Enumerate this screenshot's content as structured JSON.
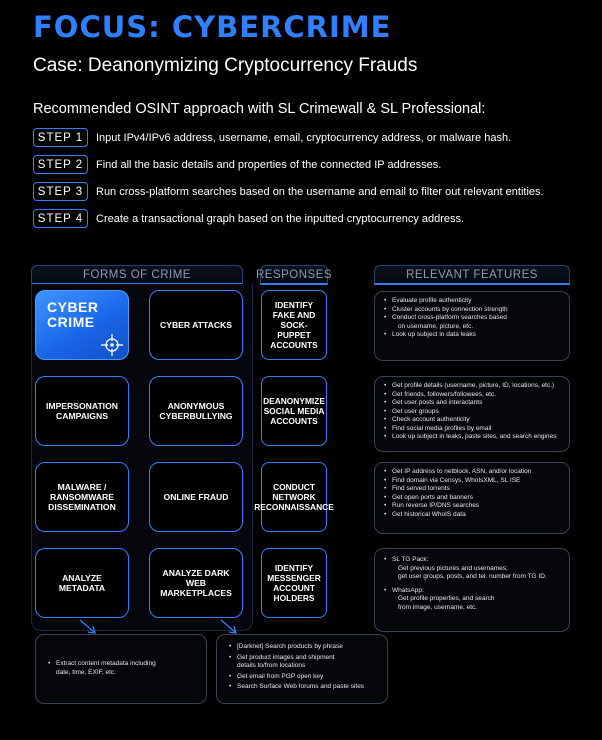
{
  "title": "FOCUS: CYBERCRIME",
  "subtitle": "Case: Deanonymizing Cryptocurrency Frauds",
  "approach": "Recommended OSINT approach with SL Crimewall & SL Professional:",
  "steps": [
    {
      "label": "STEP 1",
      "text": "Input IPv4/IPv6 address, username, email, cryptocurrency address, or malware hash."
    },
    {
      "label": "STEP 2",
      "text": "Find all the basic details and properties of the connected IP addresses."
    },
    {
      "label": "STEP 3",
      "text": "Run cross-platform searches based on the username and email to filter out relevant entities."
    },
    {
      "label": "STEP 4",
      "text": "Create a transactional graph based on the inputted cryptocurrency address."
    }
  ],
  "columns": {
    "forms": "FORMS OF CRIME",
    "responses": "RESPONSES",
    "features": "RELEVANT FEATURES"
  },
  "crimes": {
    "cyber_crime_line1": "CYBER",
    "cyber_crime_line2": "CRIME",
    "cyber_attacks": "CYBER ATTACKS",
    "impersonation": "IMPERSONATION CAMPAIGNS",
    "cyberbullying": "ANONYMOUS CYBERBULLYING",
    "malware": "MALWARE / RANSOMWARE DISSEMINATION",
    "online_fraud": "ONLINE FRAUD",
    "analyze_metadata": "ANALYZE METADATA",
    "dark_web": "ANALYZE DARK WEB MARKETPLACES"
  },
  "responses": [
    "IDENTIFY FAKE AND SOCK-PUPPET ACCOUNTS",
    "DEANONYMIZE SOCIAL MEDIA ACCOUNTS",
    "CONDUCT NETWORK RECONNAISSANCE",
    "IDENTIFY MESSENGER ACCOUNT HOLDERS"
  ],
  "features": {
    "f1": [
      "Evaluate profile authenticity",
      "Cluster accounts by connection strength",
      "Conduct cross-platform searches based",
      "Look up subject in data leaks"
    ],
    "f1_cont": "on username, picture, etc.",
    "f2": [
      "Get profile details (username, picture, ID, locations, etc.)",
      "Get friends, followers/followees, etc.",
      "Get user posts and interactants",
      "Get user groups",
      "Check account authenticity",
      "Find social media profiles by email",
      "Look up subject in leaks, paste sites, and search engines"
    ],
    "f3": [
      "Get IP address to netblock, ASN, and/or location",
      "Find domain via Censys, WhoIsXML, SL ISE",
      "Find served torrents",
      "Get open ports and banners",
      "Run reverse IP/DNS searches",
      "Get historical WhoIS data"
    ],
    "f4_tg_title": "SL TG Pack:",
    "f4_tg_line1": "Get previous pictures and usernames;",
    "f4_tg_line2": "get user groups, posts, and tel. number from TG ID.",
    "f4_wa_title": "WhatsApp:",
    "f4_wa_line1": "Get profile properties, and search",
    "f4_wa_line2": "from image, username, etc."
  },
  "bottom": {
    "metadata_line1": "Extract content metadata including",
    "metadata_line2": "date, time, EXIF, etc.",
    "darkweb": [
      "[Darknet] Search products by phrase",
      "Get product images and shipment",
      "Get email from PGP open key",
      "Search Surface Web forums and paste sites"
    ],
    "darkweb_cont": "details to/from locations"
  },
  "colors": {
    "accent": "#2f80ff",
    "background": "#000000",
    "cyber_crime_fill": "#1a66e8"
  },
  "icons": {
    "crosshair": "crosshair-icon",
    "arrow": "arrow-down-right-icon"
  }
}
